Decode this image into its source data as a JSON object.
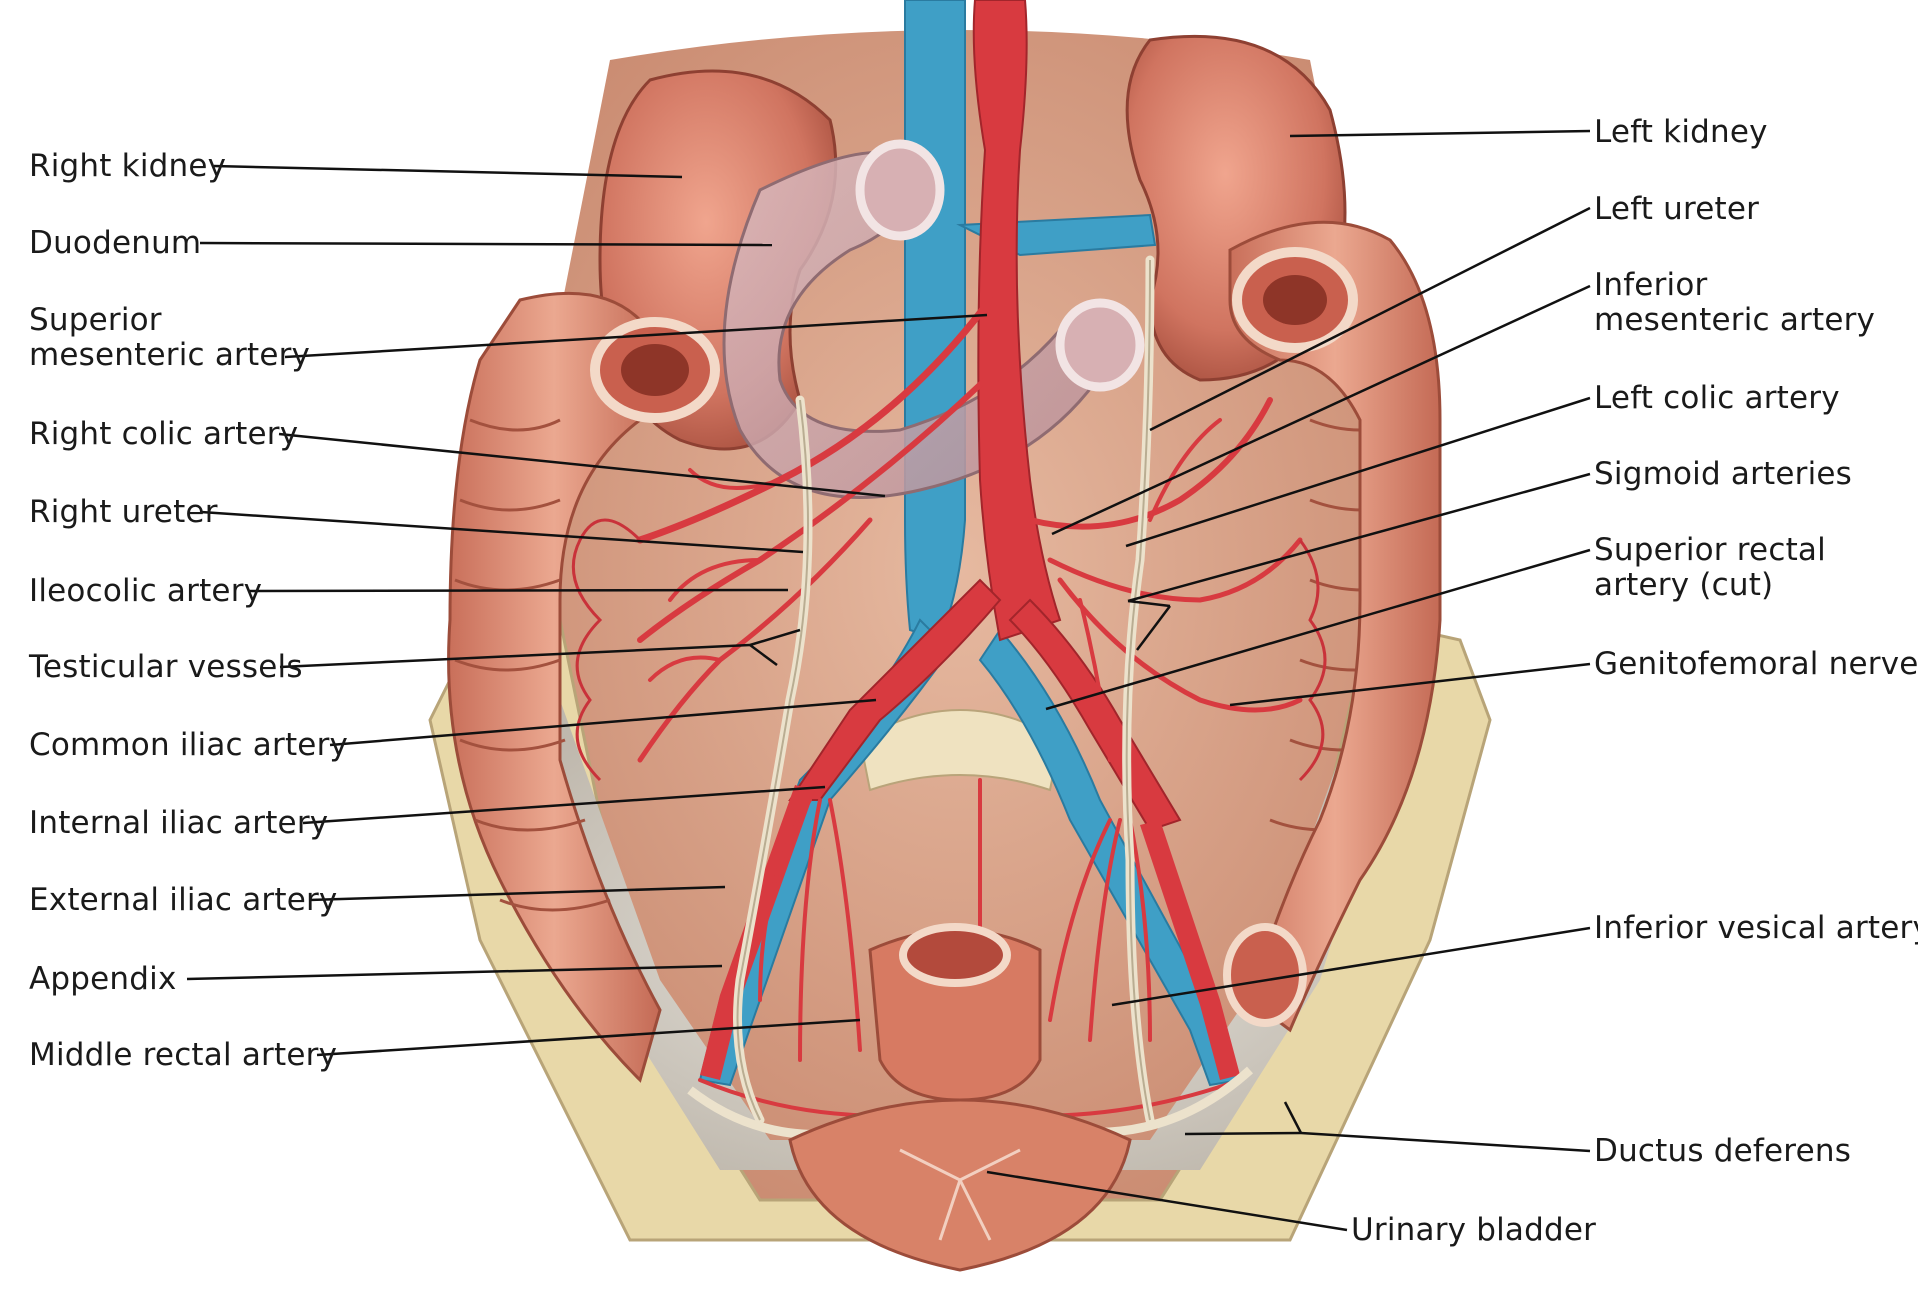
{
  "figure": {
    "colors": {
      "background": "#ffffff",
      "artery": "#d83a40",
      "vein": "#3f9fc6",
      "organ": "#d9826a",
      "colon": "#e09a80",
      "pelvis_wall": "#e8d8a8",
      "leader_line": "#111111"
    },
    "labels_left": {
      "right_kidney": "Right kidney",
      "duodenum": "Duodenum",
      "superior_mesenteric_artery_1": "Superior",
      "superior_mesenteric_artery_2": "mesenteric artery",
      "right_colic_artery": "Right colic artery",
      "right_ureter": "Right ureter",
      "ileocolic_artery": "Ileocolic artery",
      "testicular_vessels": "Testicular vessels",
      "common_iliac_artery": "Common iliac artery",
      "internal_iliac_artery": "Internal iliac artery",
      "external_iliac_artery": "External iliac artery",
      "appendix": "Appendix",
      "middle_rectal_artery": "Middle rectal artery"
    },
    "labels_right": {
      "left_kidney": "Left kidney",
      "left_ureter": "Left ureter",
      "inferior_mesenteric_artery_1": "Inferior",
      "inferior_mesenteric_artery_2": "mesenteric artery",
      "left_colic_artery": "Left colic artery",
      "sigmoid_arteries": "Sigmoid arteries",
      "superior_rectal_artery_1": "Superior rectal",
      "superior_rectal_artery_2": "artery (cut)",
      "genitofemoral_nerve": "Genitofemoral nerve",
      "inferior_vesical_artery": "Inferior vesical artery",
      "ductus_deferens": "Ductus deferens"
    },
    "labels_bottom": {
      "urinary_bladder": "Urinary bladder"
    }
  }
}
